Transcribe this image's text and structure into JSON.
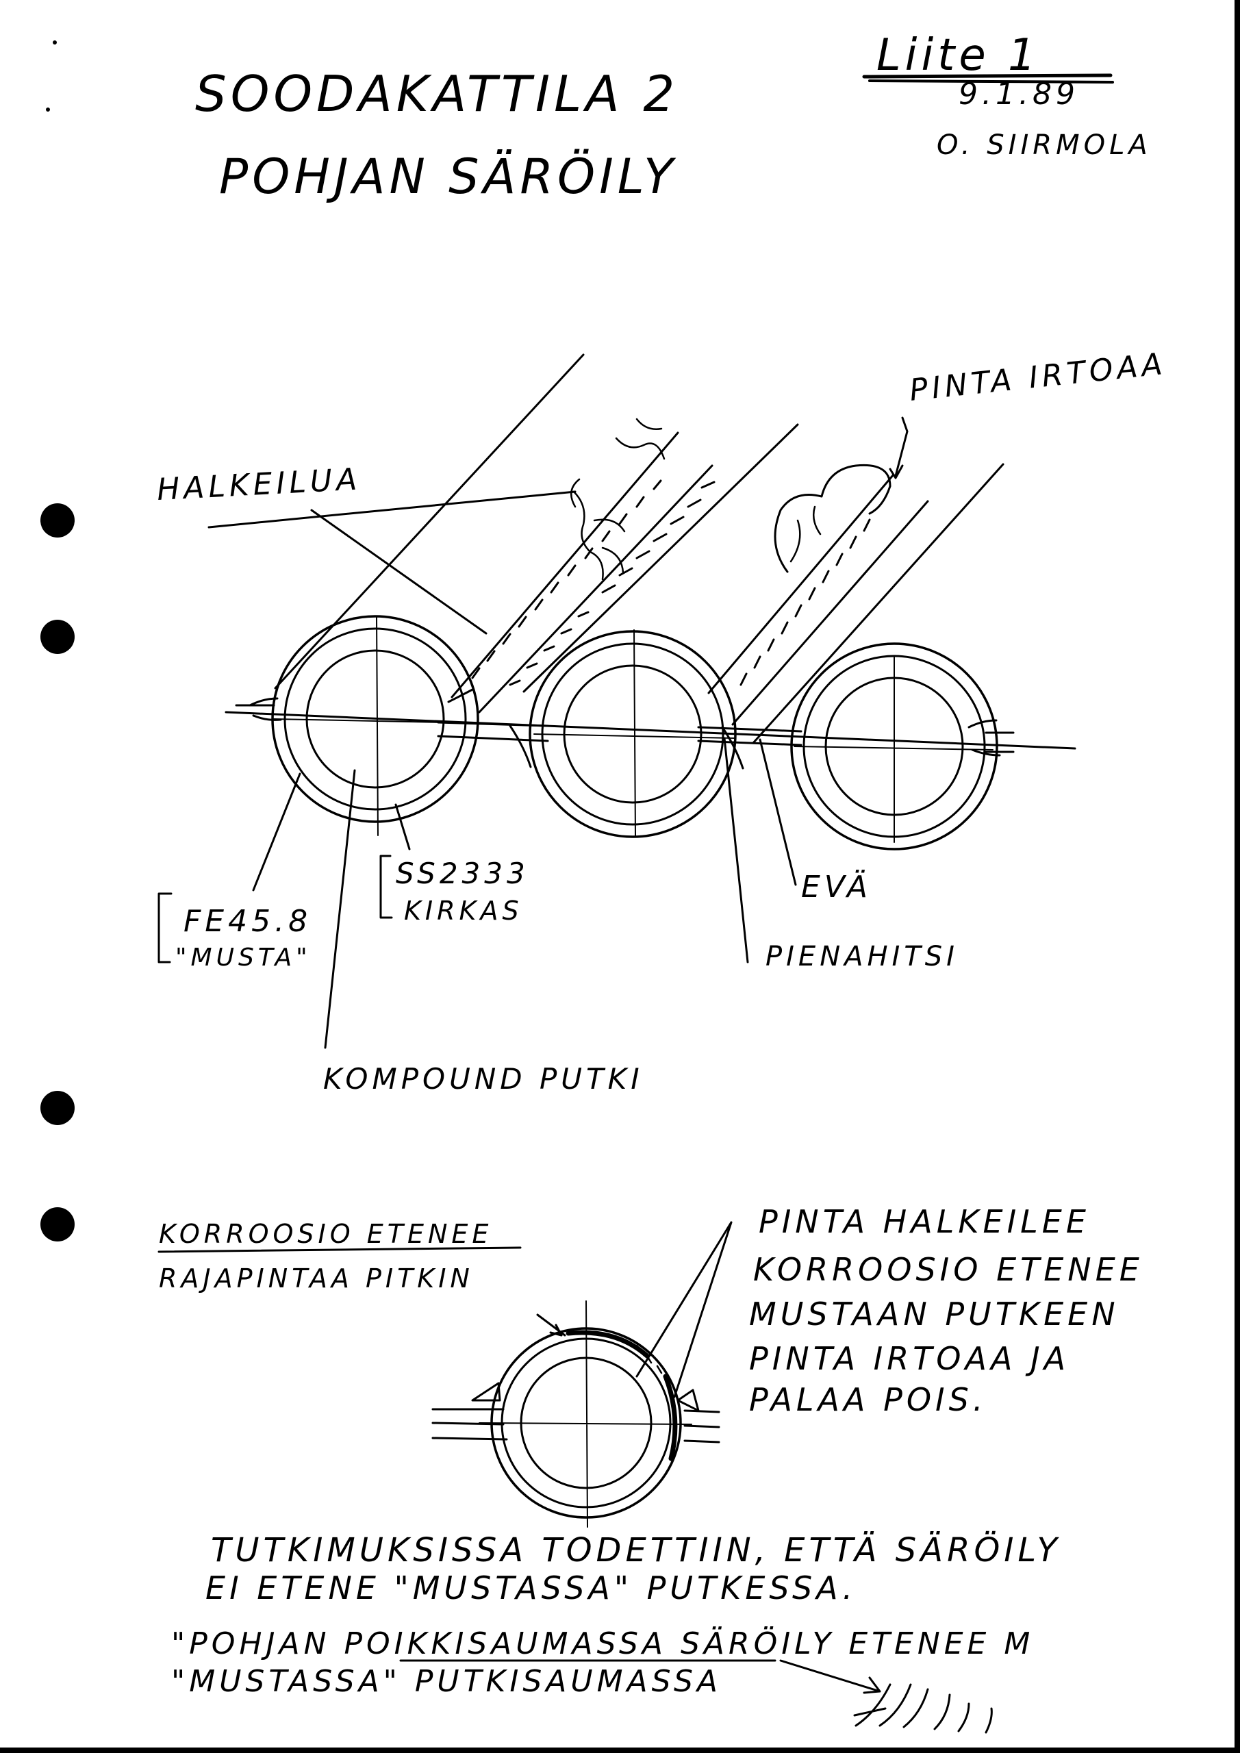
{
  "page": {
    "title_line1": "SOODAKATTILA 2",
    "title_line2": "POHJAN SÄRÖILY",
    "appendix_label": "Liite 1",
    "date": "9.1.89",
    "author": "O. SIIRMOLA"
  },
  "top_diagram": {
    "labels": {
      "surface_flaking": "PINTA IRTOAA",
      "cracking": "HALKEILUA",
      "steel_grade_bright": "SS2333",
      "bright": "KIRKAS",
      "steel_grade_black": "FE45.8",
      "black": "\"MUSTA\"",
      "fin": "EVÄ",
      "fillet_weld": "PIENAHITSI",
      "compound_tube": "KOMPOUND PUTKI"
    }
  },
  "bottom_diagram": {
    "left_note_line1": "KORROOSIO ETENEE",
    "left_note_line2": "RAJAPINTAA PITKIN",
    "right_note_lines": [
      "PINTA HALKEILEE",
      "KORROOSIO ETENEE",
      "MUSTAAN PUTKEEN",
      "PINTA IRTOAA JA",
      "PALAA POIS."
    ]
  },
  "conclusions": {
    "line1": "TUTKIMUKSISSA TODETTIIN, ETTÄ SÄRÖILY",
    "line2": "EI ETENE \"MUSTASSA\" PUTKESSA.",
    "line3": "\"POHJAN POIKKISAUMASSA SÄRÖILY ETENEE M",
    "line4": "\"MUSTASSA\" PUTKISAUMASSA"
  },
  "colors": {
    "ink": "#000000",
    "paper": "#ffffff"
  }
}
